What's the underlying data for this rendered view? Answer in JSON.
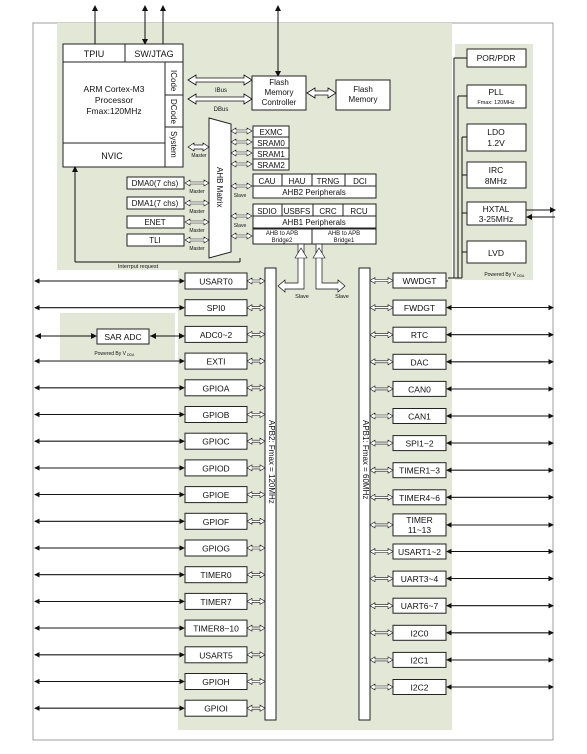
{
  "core": {
    "tpiu": "TPIU",
    "swjtag": "SW/JTAG",
    "cpu_line1": "ARM Cortex-M3",
    "cpu_line2": "Processor",
    "cpu_line3": "Fmax:120MHz",
    "nvic": "NVIC",
    "icode": "ICode",
    "dcode": "DCode",
    "system": "System",
    "ibus": "IBus",
    "dbus": "DBus",
    "interrupt_request": "Interrput request"
  },
  "flash": {
    "ctrl_line1": "Flash",
    "ctrl_line2": "Memory",
    "ctrl_line3": "Controller",
    "mem_line1": "Flash",
    "mem_line2": "Memory"
  },
  "ahb": {
    "matrix": "AHB Matrix",
    "master": "Master",
    "slave": "Slave",
    "exmc": "EXMC",
    "sram0": "SRAM0",
    "sram1": "SRAM1",
    "sram2": "SRAM2",
    "dma0": "DMA0(7 chs)",
    "dma1": "DMA1(7 chs)",
    "enet": "ENET",
    "tli": "TLI",
    "cau": "CAU",
    "hau": "HAU",
    "trng": "TRNG",
    "dci": "DCI",
    "ahb2": "AHB2 Peripherals",
    "sdio": "SDIO",
    "usbfs": "USBFS",
    "crc": "CRC",
    "rcu": "RCU",
    "ahb1": "AHB1 Peripherals",
    "bridge2_l1": "AHB to APB",
    "bridge2_l2": "Bridge2",
    "bridge1_l1": "AHB to APB",
    "bridge1_l2": "Bridge1"
  },
  "power": {
    "por": "POR/PDR",
    "pll": "PLL",
    "pll_f": "Fmax: 120MHz",
    "ldo_l1": "LDO",
    "ldo_l2": "1.2V",
    "irc_l1": "IRC",
    "irc_l2": "8MHz",
    "hxtal_l1": "HXTAL",
    "hxtal_l2": "3-25MHz",
    "lvd": "LVD",
    "powered": "Powered By V",
    "powered_sub": "DDA"
  },
  "adc": {
    "sar": "SAR ADC",
    "powered": "Powered By V",
    "powered_sub": "DDA"
  },
  "apb2": {
    "bus_label": "APB2: Fmax = 120MHz",
    "slave": "Slave",
    "items": [
      "USART0",
      "SPI0",
      "ADC0~2",
      "EXTI",
      "GPIOA",
      "GPIOB",
      "GPIOC",
      "GPIOD",
      "GPIOE",
      "GPIOF",
      "GPIOG",
      "TIMER0",
      "TIMER7",
      "TIMER8~10",
      "USART5",
      "GPIOH",
      "GPIOI"
    ]
  },
  "apb1": {
    "bus_label": "APB1: Fmax = 60MHz",
    "slave": "Slave",
    "items": [
      "WWDGT",
      "FWDGT",
      "RTC",
      "DAC",
      "CAN0",
      "CAN1",
      "SPI1~2",
      "TIMER1~3",
      "TIMER4~6",
      "TIMER 11~13",
      "USART1~2",
      "UART3~4",
      "UART6~7",
      "I2C0",
      "I2C1",
      "I2C2"
    ]
  },
  "colors": {
    "region": "#e3e7d6",
    "border": "#333333",
    "box": "#ffffff"
  }
}
